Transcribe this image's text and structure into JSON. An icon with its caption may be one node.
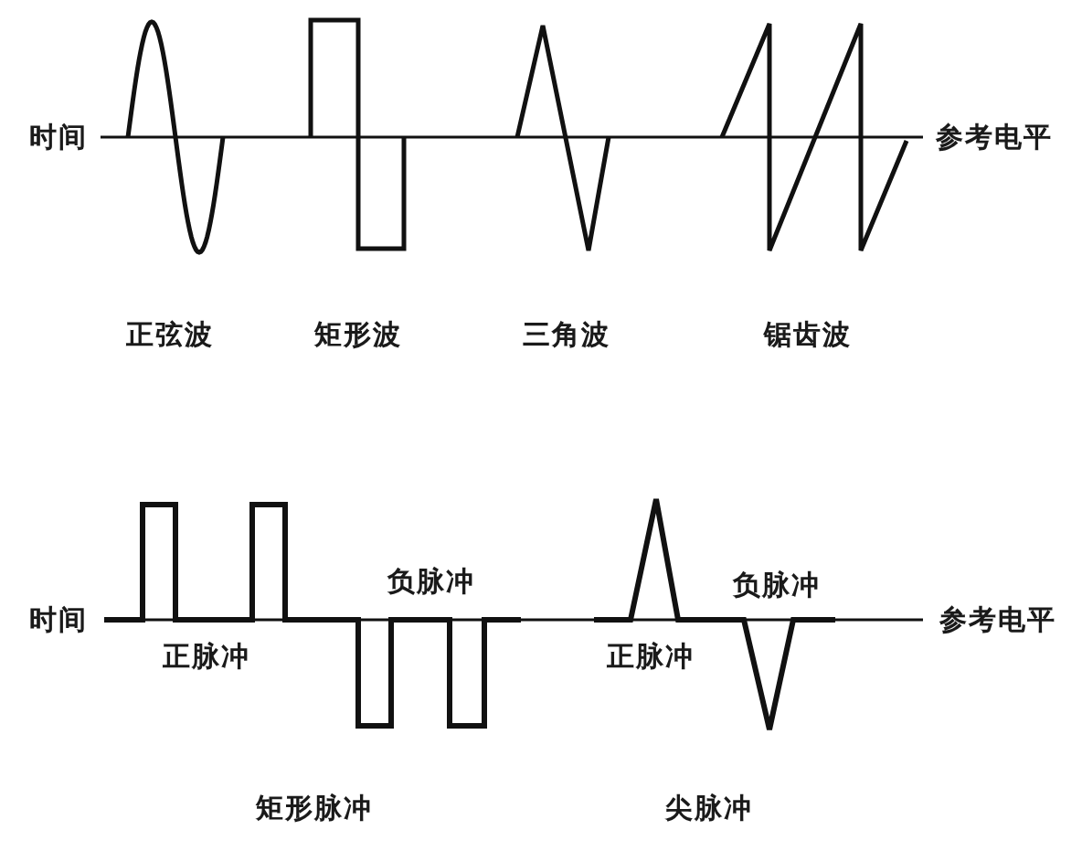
{
  "diagram": {
    "labels": [
      "时间",
      "参考电平",
      "正弦波",
      "矩形波",
      "三角波",
      "锯齿波",
      "负脉冲",
      "负脉冲",
      "时间",
      "参考电平",
      "正脉冲",
      "正脉冲",
      "矩形脉冲",
      "尖脉冲"
    ]
  }
}
